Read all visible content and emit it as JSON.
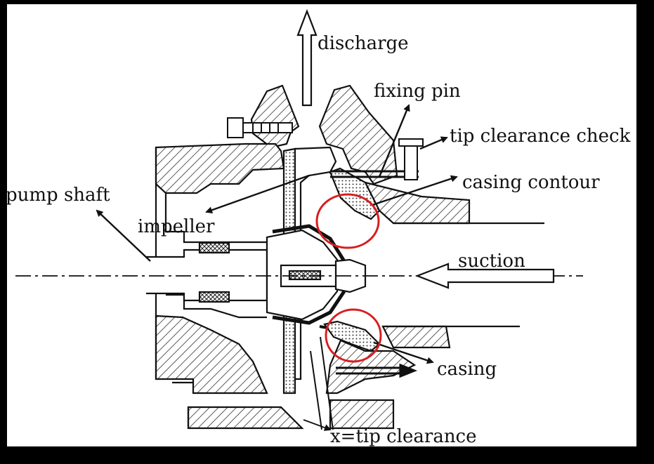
{
  "labels": {
    "discharge": "discharge",
    "fixing_pin": "fixing pin",
    "tip_clearance_check": "tip clearance check",
    "casing_contour": "casing contour",
    "pump_shaft": "pump shaft",
    "impeller": "impeller",
    "suction": "suction",
    "casing": "casing",
    "tip_clearance": "x=tip clearance"
  },
  "colors": {
    "background": "#000000",
    "paper": "#ffffff",
    "ink": "#111111",
    "highlight": "#d81e1e"
  }
}
